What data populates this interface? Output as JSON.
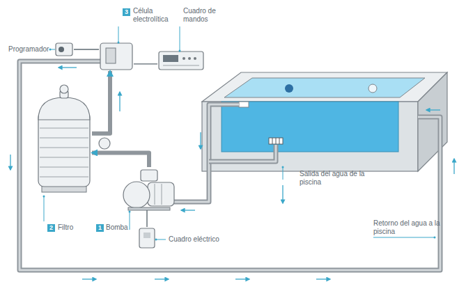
{
  "diagram": {
    "nodes": [
      {
        "text": [
          "Programador"
        ]
      },
      {
        "text": [
          "3",
          "Célula electrolítica"
        ]
      },
      {
        "text": [
          "Cuadro de mandos"
        ]
      },
      {
        "text": [
          "2",
          "Filtro"
        ]
      },
      {
        "text": [
          "1",
          "Bomba"
        ]
      },
      {
        "text": [
          "Cuadro eléctrico"
        ]
      }
    ],
    "edges": [
      {
        "from": 0,
        "to": 1,
        "arrow": "none"
      },
      {
        "from": 1,
        "to": 2,
        "arrow": "none"
      },
      {
        "from": 3,
        "to": 1,
        "arrow": "to"
      },
      {
        "from": 4,
        "to": 3,
        "arrow": "to"
      },
      {
        "from": 5,
        "to": 4,
        "arrow": "none"
      }
    ],
    "labels": [
      "Salida del agua de la piscina",
      "Retorno del agua a la piscina"
    ]
  }
}
